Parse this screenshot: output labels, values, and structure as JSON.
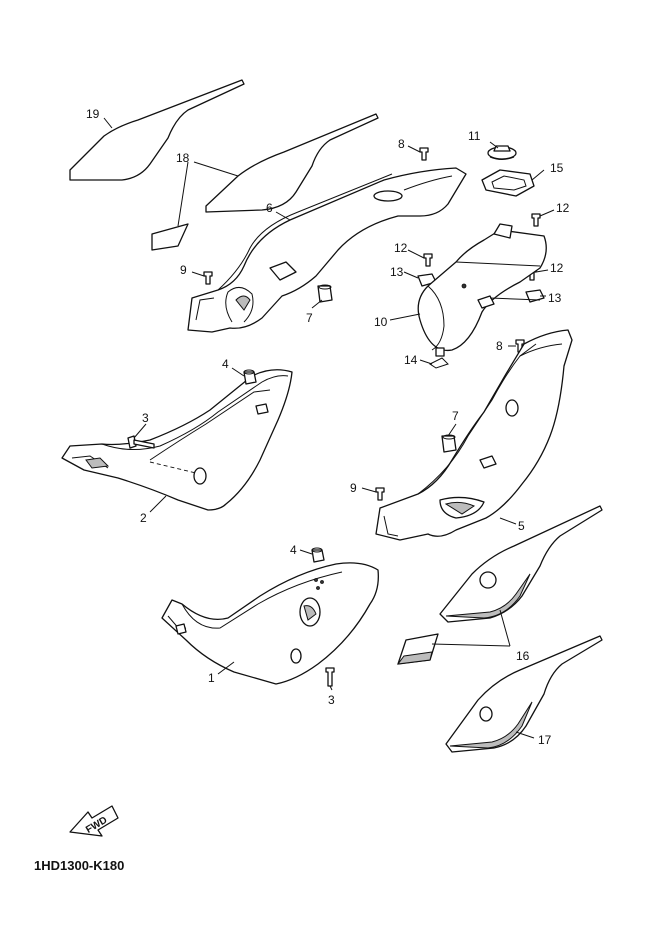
{
  "diagram_code": "1HD1300-K180",
  "fwd_label": "FWD",
  "callouts": {
    "c19": "19",
    "c18": "18",
    "c8a": "8",
    "c11": "11",
    "c15": "15",
    "c6": "6",
    "c12a": "12",
    "c12b": "12",
    "c12c": "12",
    "c9a": "9",
    "c13a": "13",
    "c13b": "13",
    "c7a": "7",
    "c10": "10",
    "c14": "14",
    "c8b": "8",
    "c4a": "4",
    "c3a": "3",
    "c7b": "7",
    "c9b": "9",
    "c2": "2",
    "c5": "5",
    "c4b": "4",
    "c16": "16",
    "c1": "1",
    "c3b": "3",
    "c17": "17"
  }
}
